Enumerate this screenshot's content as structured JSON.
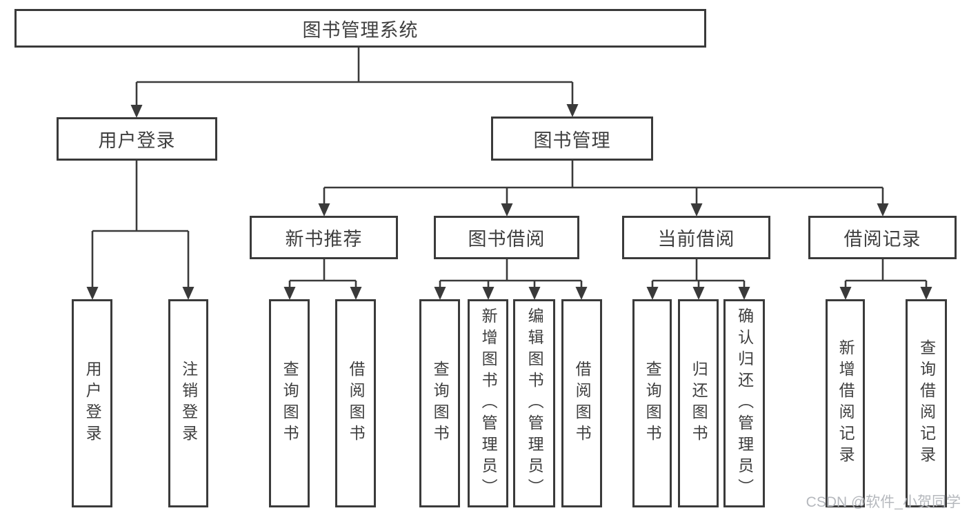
{
  "diagram": {
    "watermark": "CSDN @软件_小贺同学",
    "colors": {
      "line": "#3a3a3a",
      "text": "#3f3f3f",
      "watermark": "#b5b8bd",
      "background": "#ffffff"
    },
    "tree": {
      "label": "图书管理系统",
      "children": [
        {
          "label": "用户登录",
          "children": [
            {
              "label": "用户登录"
            },
            {
              "label": "注销登录"
            }
          ]
        },
        {
          "label": "图书管理",
          "children": [
            {
              "label": "新书推荐",
              "children": [
                {
                  "label": "查询图书"
                },
                {
                  "label": "借阅图书"
                }
              ]
            },
            {
              "label": "图书借阅",
              "children": [
                {
                  "label": "查询图书"
                },
                {
                  "label": "新增图书（管理员）"
                },
                {
                  "label": "编辑图书（管理员）"
                },
                {
                  "label": "借阅图书"
                }
              ]
            },
            {
              "label": "当前借阅",
              "children": [
                {
                  "label": "查询图书"
                },
                {
                  "label": "归还图书"
                },
                {
                  "label": "确认归还（管理员）"
                }
              ]
            },
            {
              "label": "借阅记录",
              "children": [
                {
                  "label": "新增借阅记录"
                },
                {
                  "label": "查询借阅记录"
                }
              ]
            }
          ]
        }
      ]
    }
  }
}
